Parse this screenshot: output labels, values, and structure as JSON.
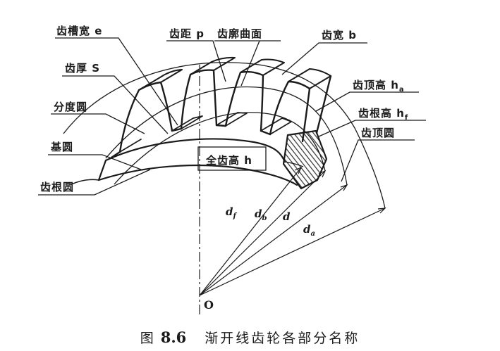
{
  "figure": {
    "center_label": "O",
    "caption_prefix": "图",
    "caption_number": "8.6",
    "caption_title": "渐开线齿轮各部分名称"
  },
  "labels": {
    "tooth_space_width": "齿槽宽 e",
    "tooth_thickness": "齿厚 S",
    "pitch_circle": "分度圆",
    "base_circle": "基圆",
    "root_circle": "齿根圆",
    "pitch": "齿距 p",
    "tooth_profile_surface": "齿廓曲面",
    "face_width": "齿宽 b",
    "addendum": {
      "main": "齿顶高 h",
      "sub": "a"
    },
    "dedendum": {
      "main": "齿根高 h",
      "sub": "f"
    },
    "addendum_circle": "齿顶圆",
    "whole_depth": "全齿高 h",
    "diameters": {
      "root": {
        "main": "d",
        "sub": "f"
      },
      "base": {
        "main": "d",
        "sub": "b"
      },
      "pitch": {
        "main": "d",
        "sub": ""
      },
      "addendum": {
        "main": "d",
        "sub": "a"
      }
    }
  },
  "colors": {
    "ink": "#1b1b1b",
    "paper": "#ffffff"
  }
}
